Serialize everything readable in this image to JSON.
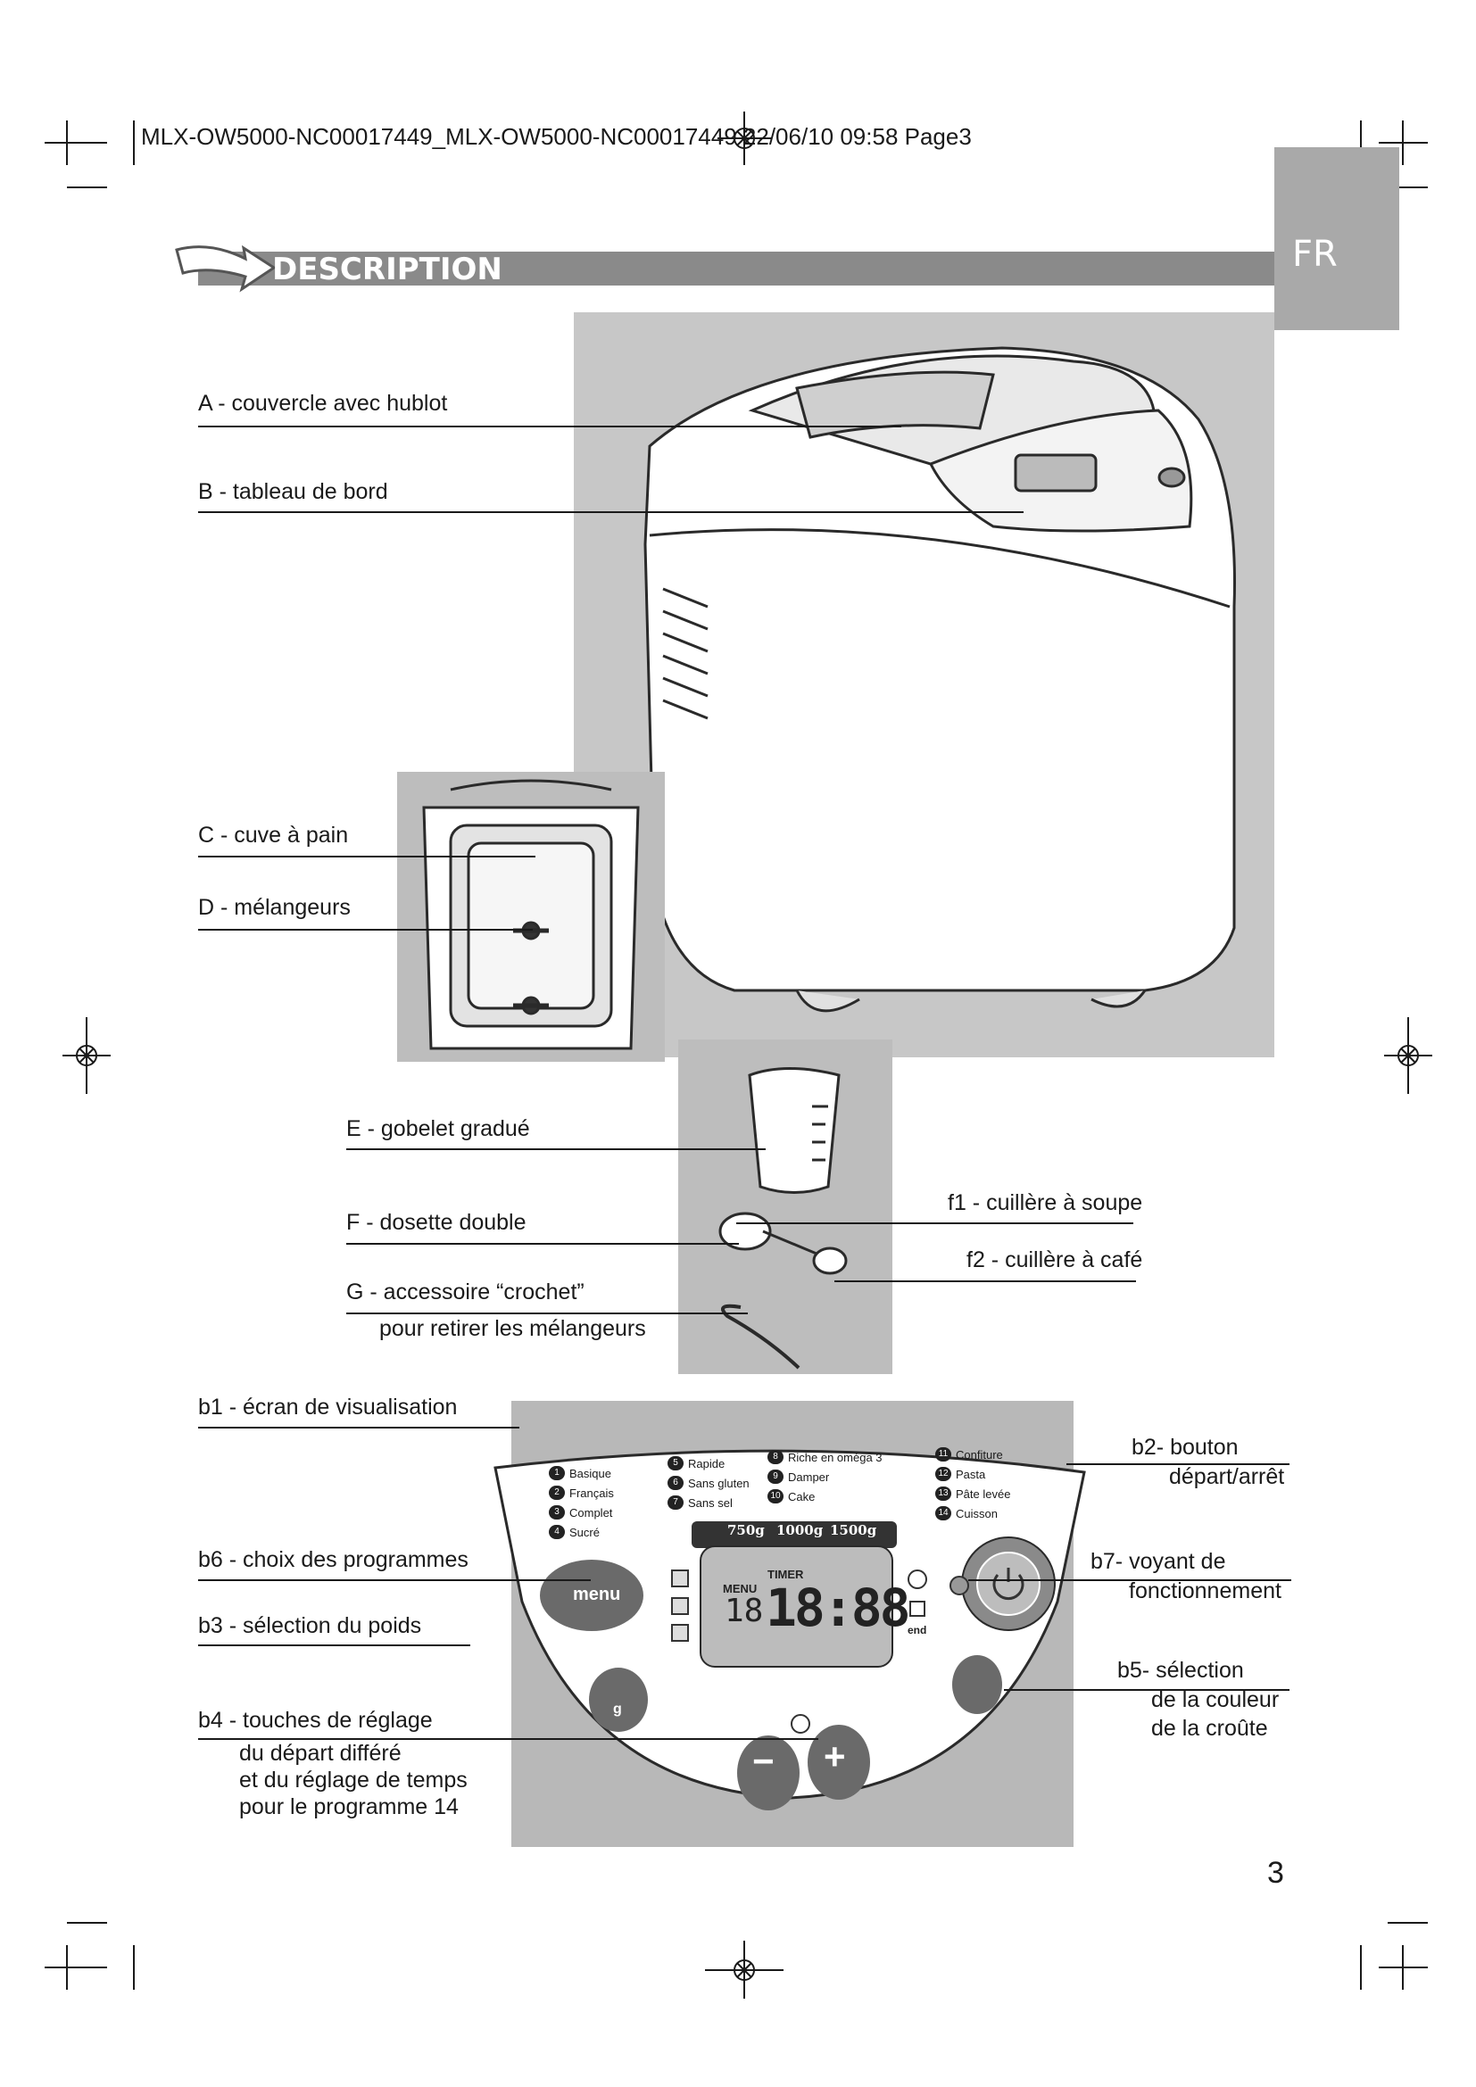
{
  "header": {
    "print_slug": "MLX-OW5000-NC00017449_MLX-OW5000-NC00017449 22/06/10  09:58  Page3",
    "lang_tab": "FR",
    "section_title": "DESCRIPTION",
    "page_number": "3"
  },
  "parts": {
    "A": "A - couvercle avec hublot",
    "B": "B - tableau de bord",
    "C": "C - cuve à pain",
    "D": "D - mélangeurs",
    "E": "E - gobelet gradué",
    "F": "F - dosette double",
    "f1": "f1 - cuillère à soupe",
    "f2": "f2 - cuillère à café",
    "G_line1": "G - accessoire “crochet”",
    "G_line2": "pour retirer les mélangeurs"
  },
  "controls": {
    "b1": "b1 - écran de visualisation",
    "b2_line1": "b2- bouton",
    "b2_line2": "départ/arrêt",
    "b6": "b6 - choix des programmes",
    "b7_line1": "b7- voyant de",
    "b7_line2": "fonctionnement",
    "b3": "b3 - sélection du poids",
    "b5_line1": "b5- sélection",
    "b5_line2": "de la couleur",
    "b5_line3": "de la croûte",
    "b4_line1": "b4 - touches de réglage",
    "b4_line2": "du départ différé",
    "b4_line3": "et du  réglage de temps",
    "b4_line4": "pour le programme 14"
  },
  "panel": {
    "programs": [
      {
        "num": "1",
        "name": "Basique"
      },
      {
        "num": "2",
        "name": "Français"
      },
      {
        "num": "3",
        "name": "Complet"
      },
      {
        "num": "4",
        "name": "Sucré"
      },
      {
        "num": "5",
        "name": "Rapide"
      },
      {
        "num": "6",
        "name": "Sans gluten"
      },
      {
        "num": "7",
        "name": "Sans sel"
      },
      {
        "num": "8",
        "name": "Riche en oméga 3"
      },
      {
        "num": "9",
        "name": "Damper"
      },
      {
        "num": "10",
        "name": "Cake"
      },
      {
        "num": "11",
        "name": "Confiture"
      },
      {
        "num": "12",
        "name": "Pasta"
      },
      {
        "num": "13",
        "name": "Pâte levée"
      },
      {
        "num": "14",
        "name": "Cuisson"
      }
    ],
    "weights": [
      "750g",
      "1000g",
      "1500g"
    ],
    "menu_button": "menu",
    "lcd_menu": "MENU",
    "lcd_timer": "TIMER",
    "lcd_program": "18",
    "lcd_time": "18:88",
    "lcd_end": "end",
    "weight_button_glyph": "g",
    "minus_glyph": "−",
    "plus_glyph": "+"
  }
}
